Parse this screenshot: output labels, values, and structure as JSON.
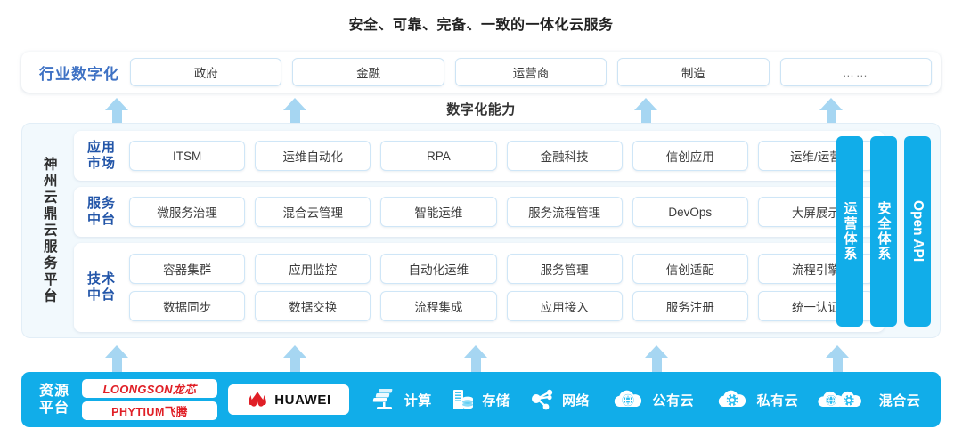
{
  "title": "安全、可靠、完备、一致的一体化云服务",
  "digital_capability_caption": "数字化能力",
  "colors": {
    "brand_blue": "#11ade9",
    "arrow_blue": "#a6d6f2",
    "label_blue": "#2255a8",
    "industry_label_blue": "#3f72c4",
    "panel_bg": "#f2f9fd",
    "logo_red": "#e01f26"
  },
  "industry": {
    "label": "行业数字化",
    "items": [
      {
        "label": "政府"
      },
      {
        "label": "金融"
      },
      {
        "label": "运营商"
      },
      {
        "label": "制造"
      },
      {
        "label": "……"
      }
    ]
  },
  "platform": {
    "side_label": "神州云鼎云服务平台",
    "groups": [
      {
        "label": "应用市场",
        "label_line1": "应用",
        "label_line2": "市场",
        "rows": [
          [
            "ITSM",
            "运维自动化",
            "RPA",
            "金融科技",
            "信创应用",
            "运维/运营"
          ]
        ]
      },
      {
        "label": "服务中台",
        "label_line1": "服务",
        "label_line2": "中台",
        "rows": [
          [
            "微服务治理",
            "混合云管理",
            "智能运维",
            "服务流程管理",
            "DevOps",
            "大屏展示"
          ]
        ]
      },
      {
        "label": "技术中台",
        "label_line1": "技术",
        "label_line2": "中台",
        "rows": [
          [
            "容器集群",
            "应用监控",
            "自动化运维",
            "服务管理",
            "信创适配",
            "流程引擎"
          ],
          [
            "数据同步",
            "数据交换",
            "流程集成",
            "应用接入",
            "服务注册",
            "统一认证"
          ]
        ]
      }
    ],
    "vertical_bars": [
      {
        "label": "运营体系",
        "orientation": "cjk"
      },
      {
        "label": "安全体系",
        "orientation": "cjk"
      },
      {
        "label": "Open API",
        "orientation": "latin"
      }
    ]
  },
  "resource": {
    "label_line1": "资源",
    "label_line2": "平台",
    "label": "资源平台",
    "vendor_logos": [
      {
        "name": "LOONGSON龙芯"
      },
      {
        "name": "PHYTIUM飞腾"
      }
    ],
    "huawei_label": "HUAWEI",
    "items": [
      {
        "label": "计算",
        "icon": "servers-icon"
      },
      {
        "label": "存储",
        "icon": "storage-icon"
      },
      {
        "label": "网络",
        "icon": "network-icon"
      },
      {
        "label": "公有云",
        "icon": "public-cloud-icon"
      },
      {
        "label": "私有云",
        "icon": "private-cloud-icon"
      },
      {
        "label": "混合云",
        "icon": "hybrid-cloud-icon"
      }
    ]
  },
  "arrows": {
    "top_row_count": 4,
    "bottom_row_count": 5
  }
}
